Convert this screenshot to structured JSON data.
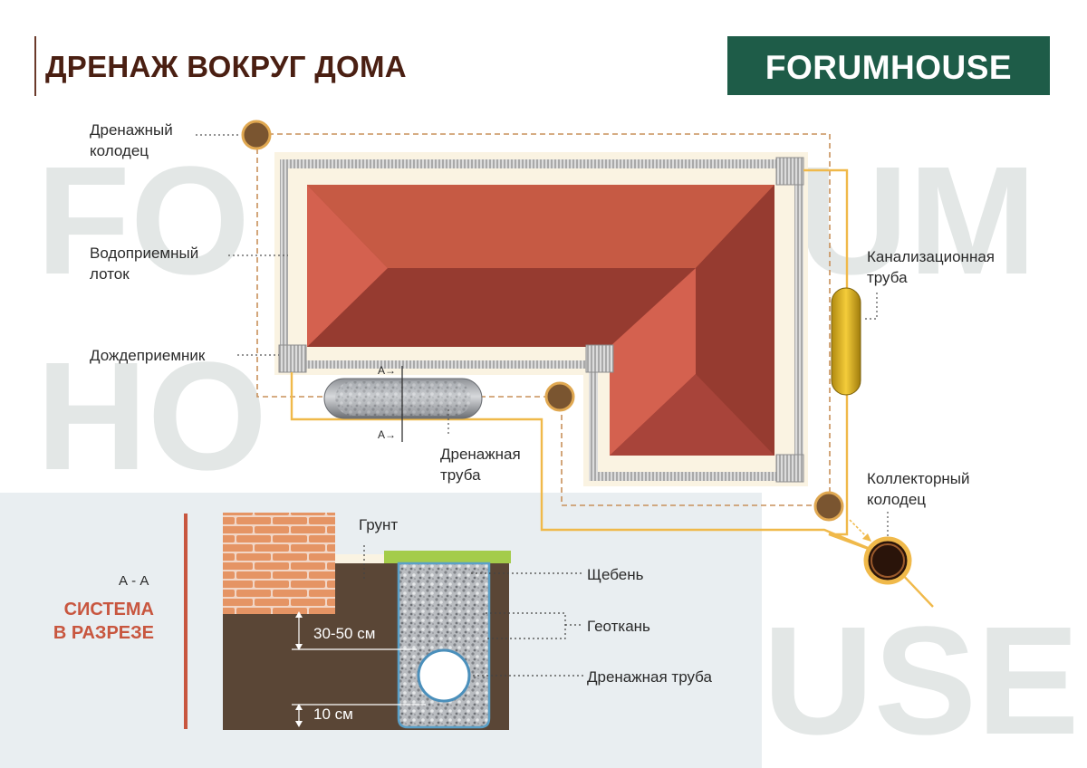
{
  "header": {
    "title": "ДРЕНАЖ ВОКРУГ ДОМА",
    "logo_text": "FORUMHOUSE"
  },
  "watermark": {
    "text": "FORUMHOUSE"
  },
  "plan_labels": {
    "drain_well": "Дренажный колодец",
    "water_tray": "Водоприемный лоток",
    "rain_inlet": "Дождеприемник",
    "sewer_pipe": "Канализационная труба",
    "drain_pipe": "Дренажная труба",
    "collector_well": "Коллекторный колодец",
    "section_mark_top": "А→",
    "section_mark_bottom": "А→"
  },
  "section": {
    "tag": "А - А",
    "title_line1": "СИСТЕМА",
    "title_line2": "В РАЗРЕЗЕ",
    "soil": "Грунт",
    "gravel": "Щебень",
    "geotextile": "Геоткань",
    "drain_pipe": "Дренажная труба",
    "depth_upper": "30-50 см",
    "depth_lower": "10 см"
  },
  "colors": {
    "title": "#4a1f12",
    "logo_bg": "#1e5c48",
    "roof_light": "#d4614f",
    "roof_mid": "#c65a44",
    "roof_dark": "#963b30",
    "pipe_line": "#f0b94a",
    "section_accent": "#c8563f",
    "soil": "#5a4636",
    "brick": "#e59464",
    "grass": "#a4cc4a"
  }
}
